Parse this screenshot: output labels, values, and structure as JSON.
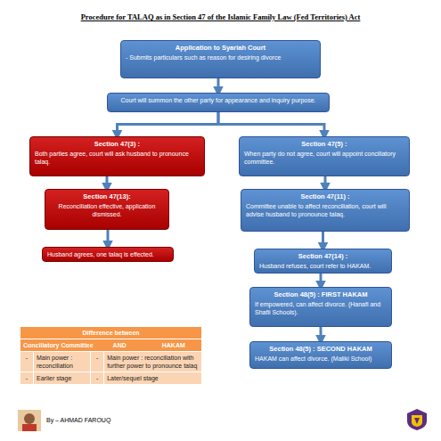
{
  "diagram": {
    "title": "Procedure for TALAQ as in Section 47 of the Islamic Family Law (Fed Territories) Act",
    "nodes": [
      {
        "text": [
          "Application to Syariah Court",
          "- Submits particulars such as reason for desiring divorce"
        ]
      },
      {
        "text": [
          "Court will summon the other party for appearance and inquiry purpose."
        ]
      },
      {
        "text": [
          "Section 47(3) :",
          "Both parties agree, court will ask husband to pronounce talaq."
        ]
      },
      {
        "text": [
          "Section 47(5) :",
          "When party do not agree, court will appoint conciliatory committee."
        ]
      },
      {
        "text": [
          "Section 47(13):",
          "Reconciliation effective, application dismissed."
        ]
      },
      {
        "text": [
          "Section 47(11) :",
          "Committee unable to affect reconciliation, court will advise husband to pronounce talaq."
        ]
      },
      {
        "text": [
          "Husband agrees, one talaq is effected."
        ]
      },
      {
        "text": [
          "Section 47(14) :",
          "Husband refuses, court refer to HAKAM."
        ]
      },
      {
        "text": [
          "Section 48(5) : FIRST HAKAM",
          "If empowered, can affect divorce. (Hanafi and Shafii Schools)."
        ]
      },
      {
        "text": [
          "Section 48(5) : SECOND HAKAM",
          "HAKAM can affect divorce. (Maliki School)"
        ]
      }
    ],
    "edges": [
      {
        "from": 0,
        "to": 1,
        "arrow": "to"
      },
      {
        "from": 1,
        "to": 2,
        "arrow": "to"
      },
      {
        "from": 1,
        "to": 3,
        "arrow": "to"
      },
      {
        "from": 2,
        "to": 4,
        "arrow": "to"
      },
      {
        "from": 4,
        "to": 6,
        "arrow": "to"
      },
      {
        "from": 3,
        "to": 5,
        "arrow": "to"
      },
      {
        "from": 5,
        "to": 7,
        "arrow": "to"
      },
      {
        "from": 7,
        "to": 8,
        "arrow": "to"
      },
      {
        "from": 8,
        "to": 9,
        "arrow": "to"
      }
    ],
    "labels": [
      "Difference between",
      "Conciliatory Committee",
      "AND",
      "HAKAM",
      "-",
      "Main power : reconciliation",
      "-",
      "Main power : reconciliation with further power to pronounce talaq",
      "-",
      "Earlier stage",
      "-",
      "Later/sequel stage",
      "By – AHMAD FAROUQ"
    ]
  }
}
